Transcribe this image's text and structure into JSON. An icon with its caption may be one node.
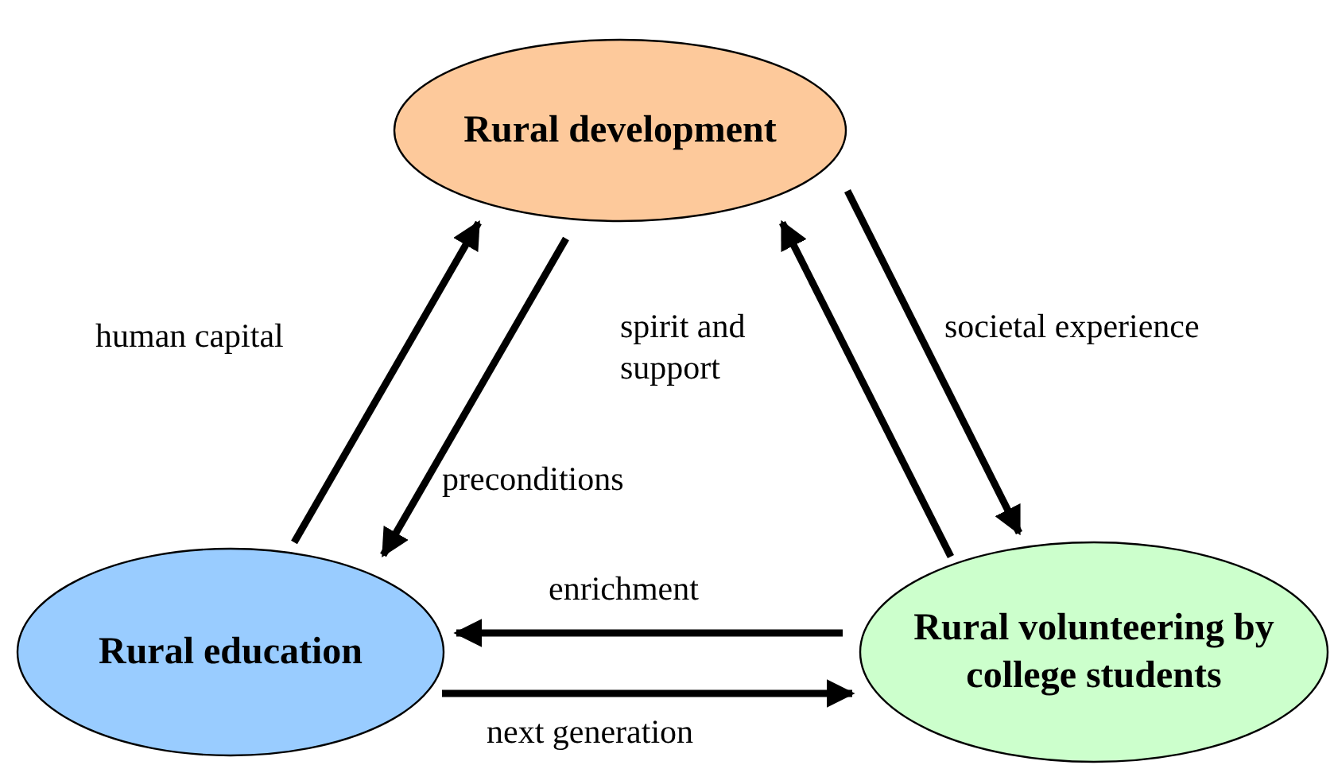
{
  "diagram": {
    "nodes": [
      {
        "text": [
          "Rural development"
        ]
      },
      {
        "text": [
          "Rural education"
        ]
      },
      {
        "text": [
          "Rural volunteering by college students"
        ]
      }
    ],
    "edges": [
      {
        "from": 1,
        "to": 0,
        "arrow": "to",
        "label": "human capital"
      },
      {
        "from": 0,
        "to": 1,
        "arrow": "to",
        "label": "preconditions"
      },
      {
        "from": 2,
        "to": 0,
        "arrow": "to",
        "label": "spirit and support"
      },
      {
        "from": 0,
        "to": 2,
        "arrow": "to",
        "label": "societal experience"
      },
      {
        "from": 2,
        "to": 1,
        "arrow": "to",
        "label": "enrichment"
      },
      {
        "from": 1,
        "to": 2,
        "arrow": "to",
        "label": "next generation"
      }
    ]
  }
}
